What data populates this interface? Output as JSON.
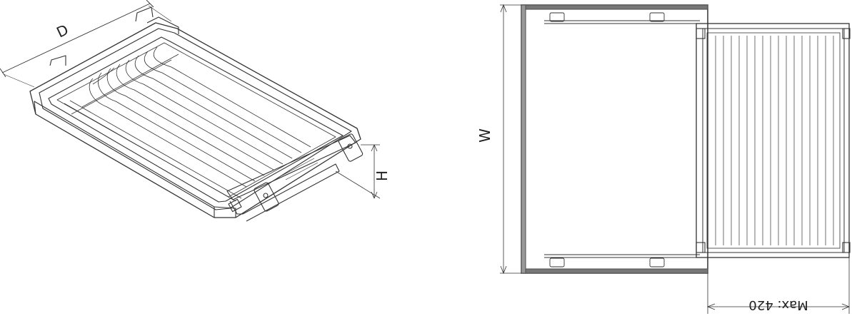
{
  "labels": {
    "depth": "D",
    "height": "H",
    "width": "W",
    "max_extension": "Max: 420"
  },
  "colors": {
    "line": "#333333",
    "frame": "#555555",
    "light": "#888888"
  }
}
